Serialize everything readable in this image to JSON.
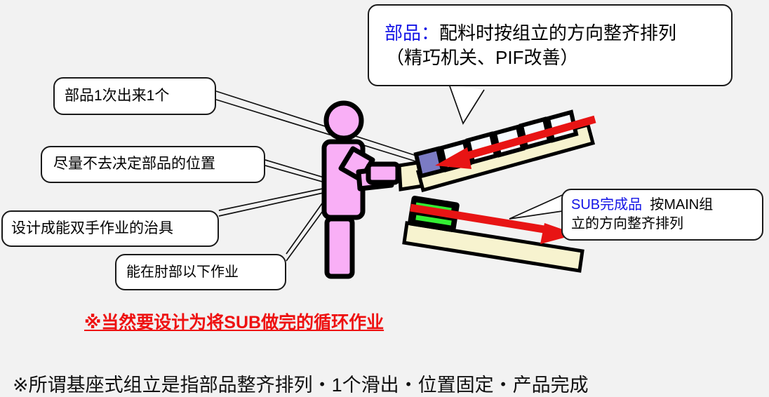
{
  "background_color": "#f2f2f2",
  "callouts": {
    "parts_supply": {
      "line1_blue": "部品：",
      "line1_black": "配料时按组立的方向整齐排列",
      "line2": "（精巧机关、PIF改善）"
    },
    "one_at_a_time": {
      "text": "部品1次出来1个"
    },
    "no_fixed_position": {
      "text": "尽量不去决定部品的位置"
    },
    "two_hand_jig": {
      "text": "设计成能双手作业的治具"
    },
    "below_elbow": {
      "text": "能在肘部以下作业"
    },
    "sub_finished": {
      "line1_blue": "SUB完成品",
      "line1_black": "按MAIN组",
      "line2": "立的方向整齐排列"
    }
  },
  "notes": {
    "red_underlined": "※当然要设计为将SUB做完的循环作业",
    "bottom": "※所谓基座式组立是指部品整齐排列・1个滑出・位置固定・产品完成"
  },
  "colors": {
    "person_fill": "#f9aff6",
    "person_stroke": "#000000",
    "chute_fill": "#f7f3cf",
    "part_purple": "#7b7bc4",
    "part_green": "#33ee33",
    "arrow_red": "#e81414",
    "callout_border": "#1a1a1a",
    "blue_text": "#1414e6",
    "red_text": "#ee1111"
  },
  "illustration": {
    "worker": {
      "label": "operator-figure",
      "fill": "#f9aff6"
    },
    "upper_chute": {
      "label": "parts-supply-chute",
      "part_slots": 6,
      "filled_slot_index": 0,
      "flow_direction": "right-to-left",
      "arrow_color": "#e81414"
    },
    "lower_chute": {
      "label": "sub-assembly-output-chute",
      "part_slots": 1,
      "flow_direction": "left-to-right",
      "arrow_color": "#e81414",
      "part_color": "#33ee33"
    }
  }
}
